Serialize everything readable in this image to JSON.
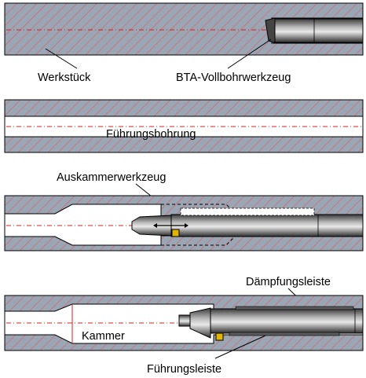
{
  "labels": {
    "workpiece": "Werkstück",
    "bta_tool": "BTA-Vollbohrwerkzeug",
    "pilot_bore": "Führungsbohrung",
    "chamber_tool": "Auskammerwerkzeug",
    "damping_pad": "Dämpfungsleiste",
    "chamber": "Kammer",
    "guide_pad": "Führungsleiste"
  },
  "colors": {
    "hatch_background": "#9aa6b3",
    "hatch_lines": "#d9606a",
    "outline": "#000000",
    "centerline": "#d81f1f",
    "bore": "#ffffff",
    "tool_shaft": "#5a5a5a",
    "insert": "#e0b400"
  }
}
